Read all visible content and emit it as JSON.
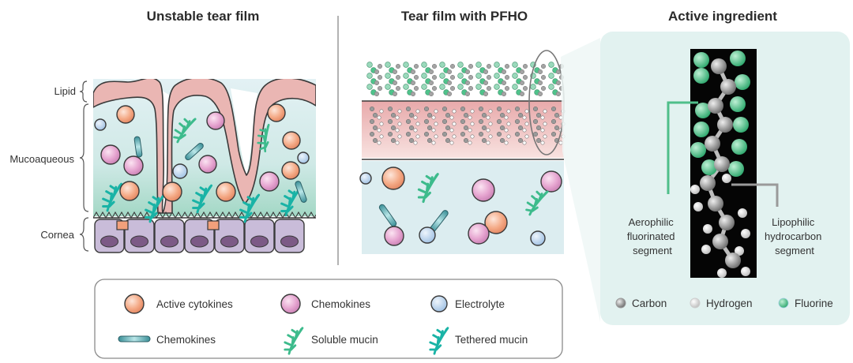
{
  "titles": {
    "left": "Unstable tear film",
    "middle": "Tear film with PFHO",
    "right": "Active ingredient"
  },
  "layers": {
    "lipid": "Lipid",
    "mucoaqueous": "Mucoaqueous",
    "cornea": "Cornea"
  },
  "legend": {
    "items": [
      {
        "icon": "active-cytokine",
        "label": "Active cytokines"
      },
      {
        "icon": "chemokine-sphere",
        "label": "Chemokines"
      },
      {
        "icon": "electrolyte",
        "label": "Electrolyte"
      },
      {
        "icon": "chemokine-rod",
        "label": "Chemokines"
      },
      {
        "icon": "soluble-mucin",
        "label": "Soluble mucin"
      },
      {
        "icon": "tethered-mucin",
        "label": "Tethered mucin"
      }
    ]
  },
  "molecule": {
    "aerophilic": [
      "Aerophilic",
      "fluorinated",
      "segment"
    ],
    "lipophilic": [
      "Lipophilic",
      "hydrocarbon",
      "segment"
    ],
    "atoms": [
      {
        "label": "Carbon",
        "color": "#8a8a8a"
      },
      {
        "label": "Hydrogen",
        "color": "#f0f0f0"
      },
      {
        "label": "Fluorine",
        "color": "#4fc38b"
      }
    ]
  },
  "colors": {
    "cytokine": "#f2a07b",
    "chemokine": "#e7a0cc",
    "electrolyte": "#a9c8e8",
    "mucin": "#3dbb8c",
    "tethered": "#19b3a6",
    "lipid": "#eab6b3",
    "aqueous": "#d7ecef",
    "cell": "#c7b8d8",
    "nucleus": "#7e5b86",
    "panel": "#e3f3f1"
  }
}
